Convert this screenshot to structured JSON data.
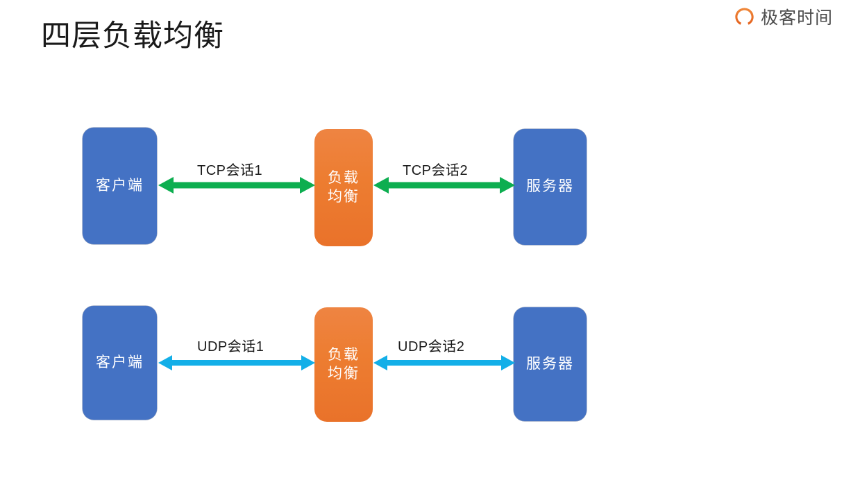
{
  "brand": {
    "name": "极客时间",
    "logo_icon": "geek-time-circle-arrow-logo",
    "logo_color": "#ec6b22"
  },
  "title": "四层负载均衡",
  "diagram": {
    "type": "flow",
    "colors": {
      "node_blue": "#4472c4",
      "node_orange": "#ed7d31",
      "arrow_green": "#0dae50",
      "arrow_blue": "#13afe8",
      "text_dark": "#1a1a1a"
    },
    "rows": [
      {
        "id": "tcp-row",
        "protocol": "TCP",
        "arrow_color": "#0dae50",
        "nodes": [
          {
            "id": "client-1",
            "label": "客户端",
            "style": "blue"
          },
          {
            "id": "lb-1",
            "label": "负载\n均衡",
            "line1": "负载",
            "line2": "均衡",
            "style": "orange"
          },
          {
            "id": "server-1",
            "label": "服务器",
            "style": "blue"
          }
        ],
        "connectors": [
          {
            "id": "conn-tcp-1",
            "label": "TCP会话1",
            "direction": "bidirectional",
            "from": "client-1",
            "to": "lb-1"
          },
          {
            "id": "conn-tcp-2",
            "label": "TCP会话2",
            "direction": "bidirectional",
            "from": "lb-1",
            "to": "server-1"
          }
        ]
      },
      {
        "id": "udp-row",
        "protocol": "UDP",
        "arrow_color": "#13afe8",
        "nodes": [
          {
            "id": "client-2",
            "label": "客户端",
            "style": "blue"
          },
          {
            "id": "lb-2",
            "label": "负载\n均衡",
            "line1": "负载",
            "line2": "均衡",
            "style": "orange"
          },
          {
            "id": "server-2",
            "label": "服务器",
            "style": "blue"
          }
        ],
        "connectors": [
          {
            "id": "conn-udp-1",
            "label": "UDP会话1",
            "direction": "bidirectional",
            "from": "client-2",
            "to": "lb-2"
          },
          {
            "id": "conn-udp-2",
            "label": "UDP会话2",
            "direction": "bidirectional",
            "from": "lb-2",
            "to": "server-2"
          }
        ]
      }
    ]
  }
}
